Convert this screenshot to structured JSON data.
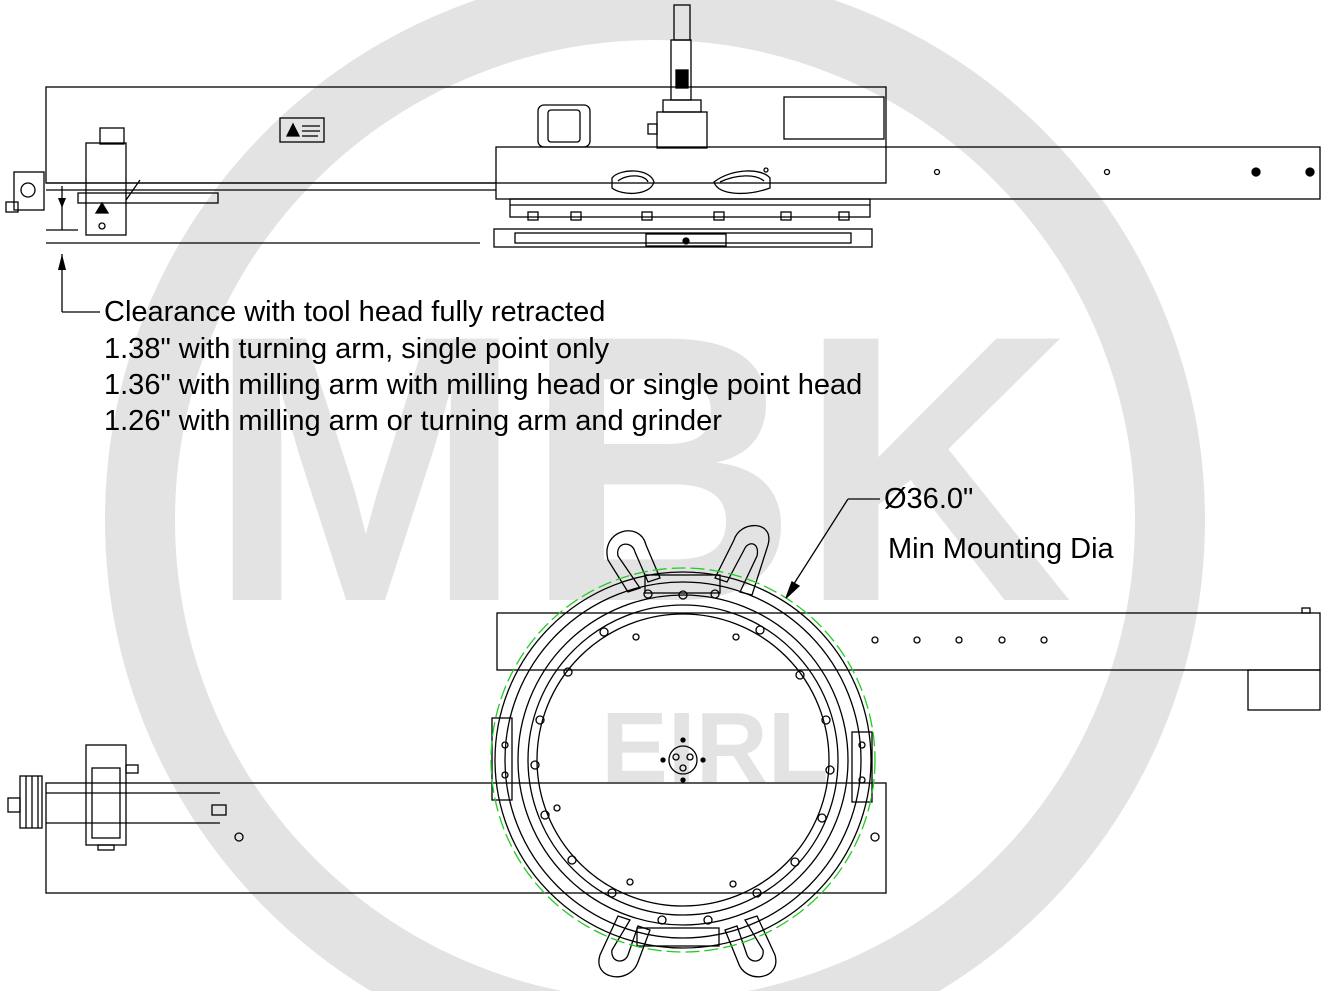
{
  "watermark": {
    "big_text": "MBK",
    "small_text": "EIRL",
    "color": "#e3e3e3"
  },
  "clearance_note": {
    "heading": "Clearance with tool head fully retracted",
    "lines": [
      "1.38\" with turning arm, single point only",
      "1.36\" with milling arm with milling head or single point head",
      "1.26\" with milling arm or turning arm and grinder"
    ]
  },
  "diameter_callout": {
    "value": "Ø36.0\"",
    "label": "Min Mounting Dia"
  },
  "colors": {
    "line": "#000000",
    "mount_circle": "#22cc22"
  }
}
